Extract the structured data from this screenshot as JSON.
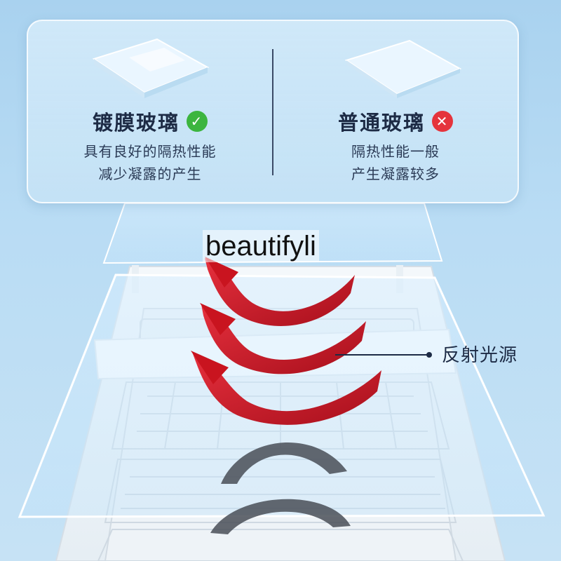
{
  "comparison": {
    "coated": {
      "title": "镀膜玻璃",
      "status": "check-icon",
      "lines": [
        "具有良好的隔热性能",
        "减少凝露的产生"
      ]
    },
    "ordinary": {
      "title": "普通玻璃",
      "status": "cross-icon",
      "lines": [
        "隔热性能一般",
        "产生凝露较多"
      ]
    }
  },
  "watermark": "beautifyli",
  "callout": {
    "label": "反射光源"
  },
  "colors": {
    "accent_red": "#d11a2a",
    "check_green": "#3cb53f",
    "cross_red": "#e5343c",
    "text_dark": "#1d2b45"
  }
}
